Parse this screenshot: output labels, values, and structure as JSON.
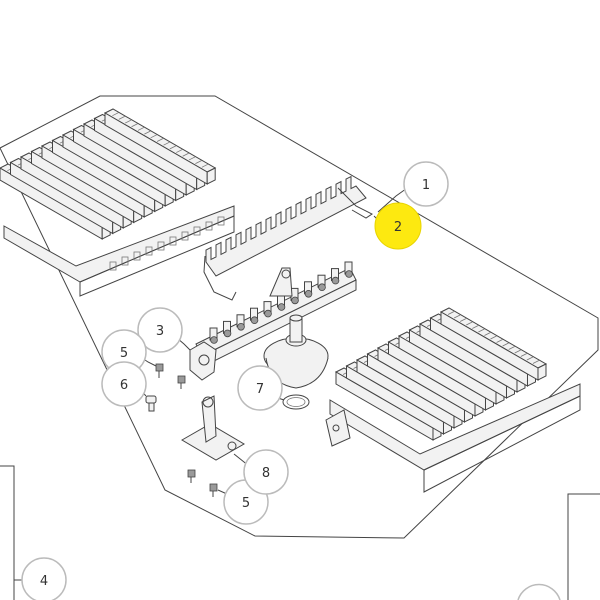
{
  "colors": {
    "background": "#ffffff",
    "line": "#444444",
    "callout_ring": "#bbbbbb",
    "highlight": "#fde910"
  },
  "callouts": [
    {
      "id": "1",
      "label": "1",
      "highlighted": false
    },
    {
      "id": "2",
      "label": "2",
      "highlighted": true
    },
    {
      "id": "3",
      "label": "3",
      "highlighted": false
    },
    {
      "id": "4",
      "label": "4",
      "highlighted": false
    },
    {
      "id": "5a",
      "label": "5",
      "highlighted": false
    },
    {
      "id": "5b",
      "label": "5",
      "highlighted": false
    },
    {
      "id": "6",
      "label": "6",
      "highlighted": false
    },
    {
      "id": "7",
      "label": "7",
      "highlighted": false
    },
    {
      "id": "8",
      "label": "8",
      "highlighted": false
    }
  ]
}
